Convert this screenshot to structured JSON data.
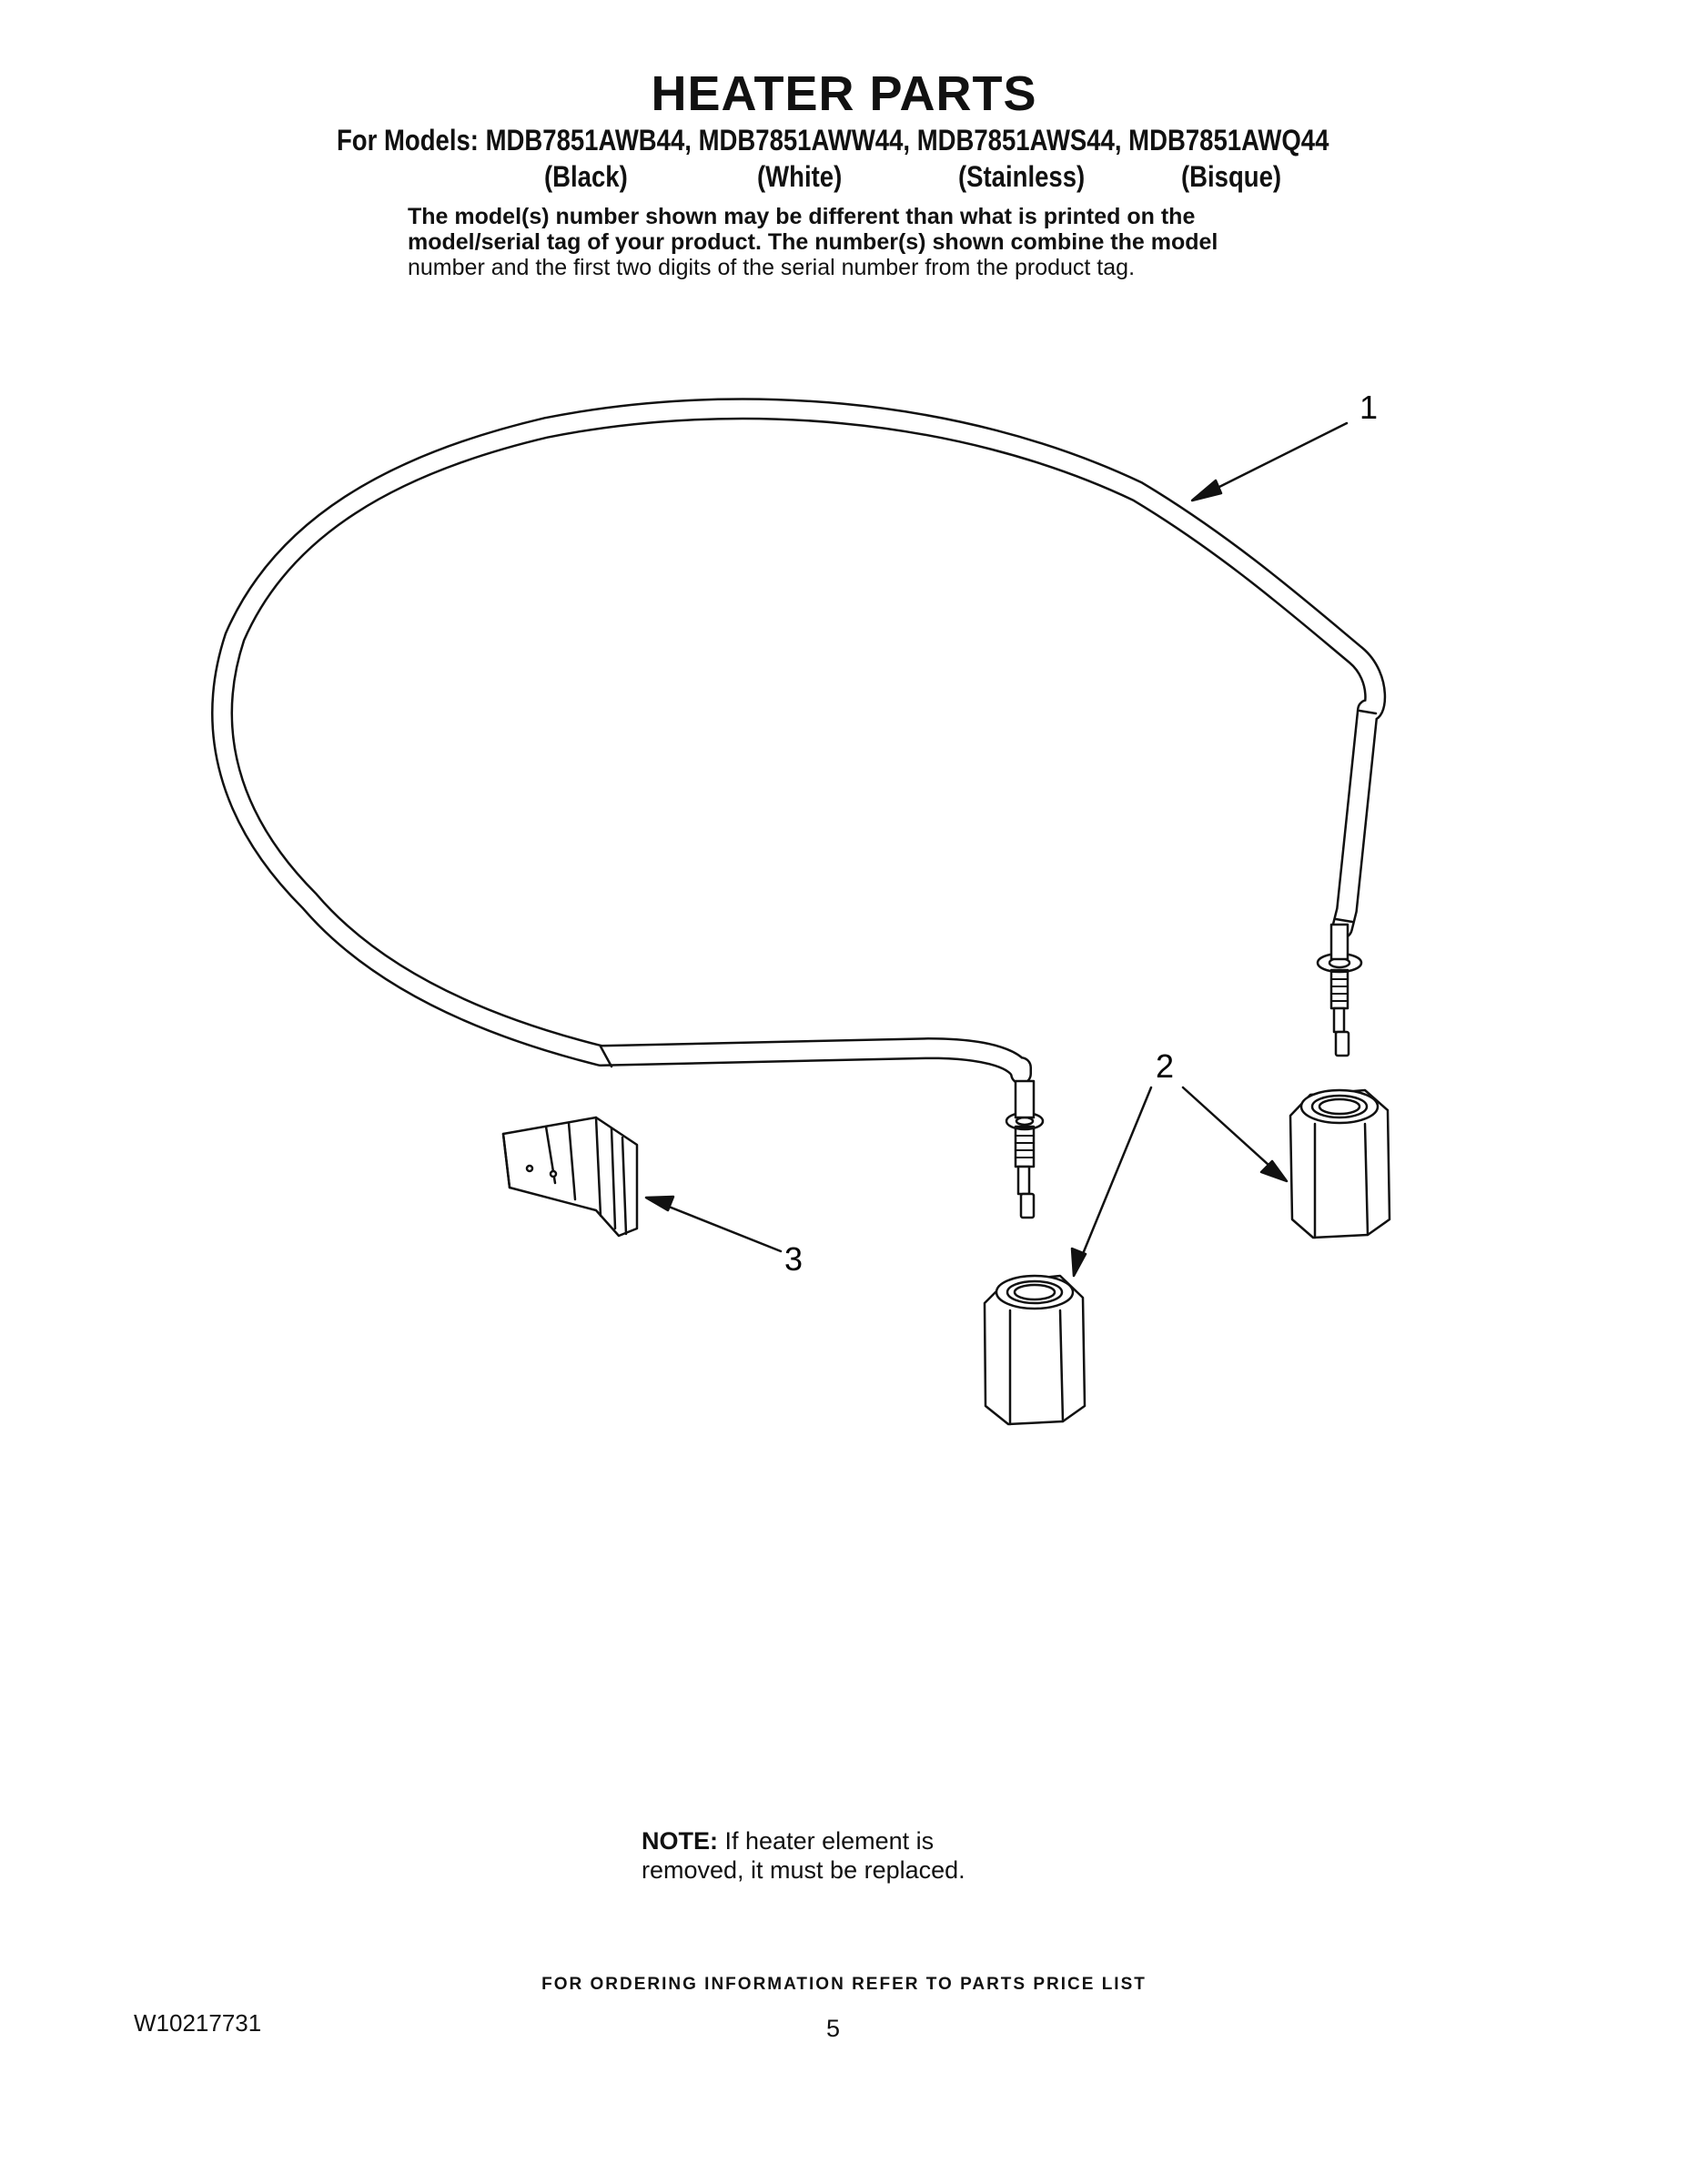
{
  "header": {
    "title": "HEATER PARTS",
    "models_line": "For Models: MDB7851AWB44, MDB7851AWW44, MDB7851AWS44, MDB7851AWQ44",
    "colors": [
      "(Black)",
      "(White)",
      "(Stainless)",
      "(Bisque)"
    ],
    "disclaimer": [
      "The model(s) number shown may be different than what is printed on the",
      "model/serial tag of your product. The number(s) shown combine the model",
      "number and the first two digits of the serial number from the product tag."
    ]
  },
  "callouts": [
    "1",
    "2",
    "3"
  ],
  "note": {
    "label": "NOTE:",
    "line1": "If heater element is",
    "line2": "removed, it must be replaced."
  },
  "footer": {
    "ordering": "FOR ORDERING INFORMATION REFER TO PARTS PRICE LIST",
    "doc_number": "W10217731",
    "page_number": "5"
  }
}
